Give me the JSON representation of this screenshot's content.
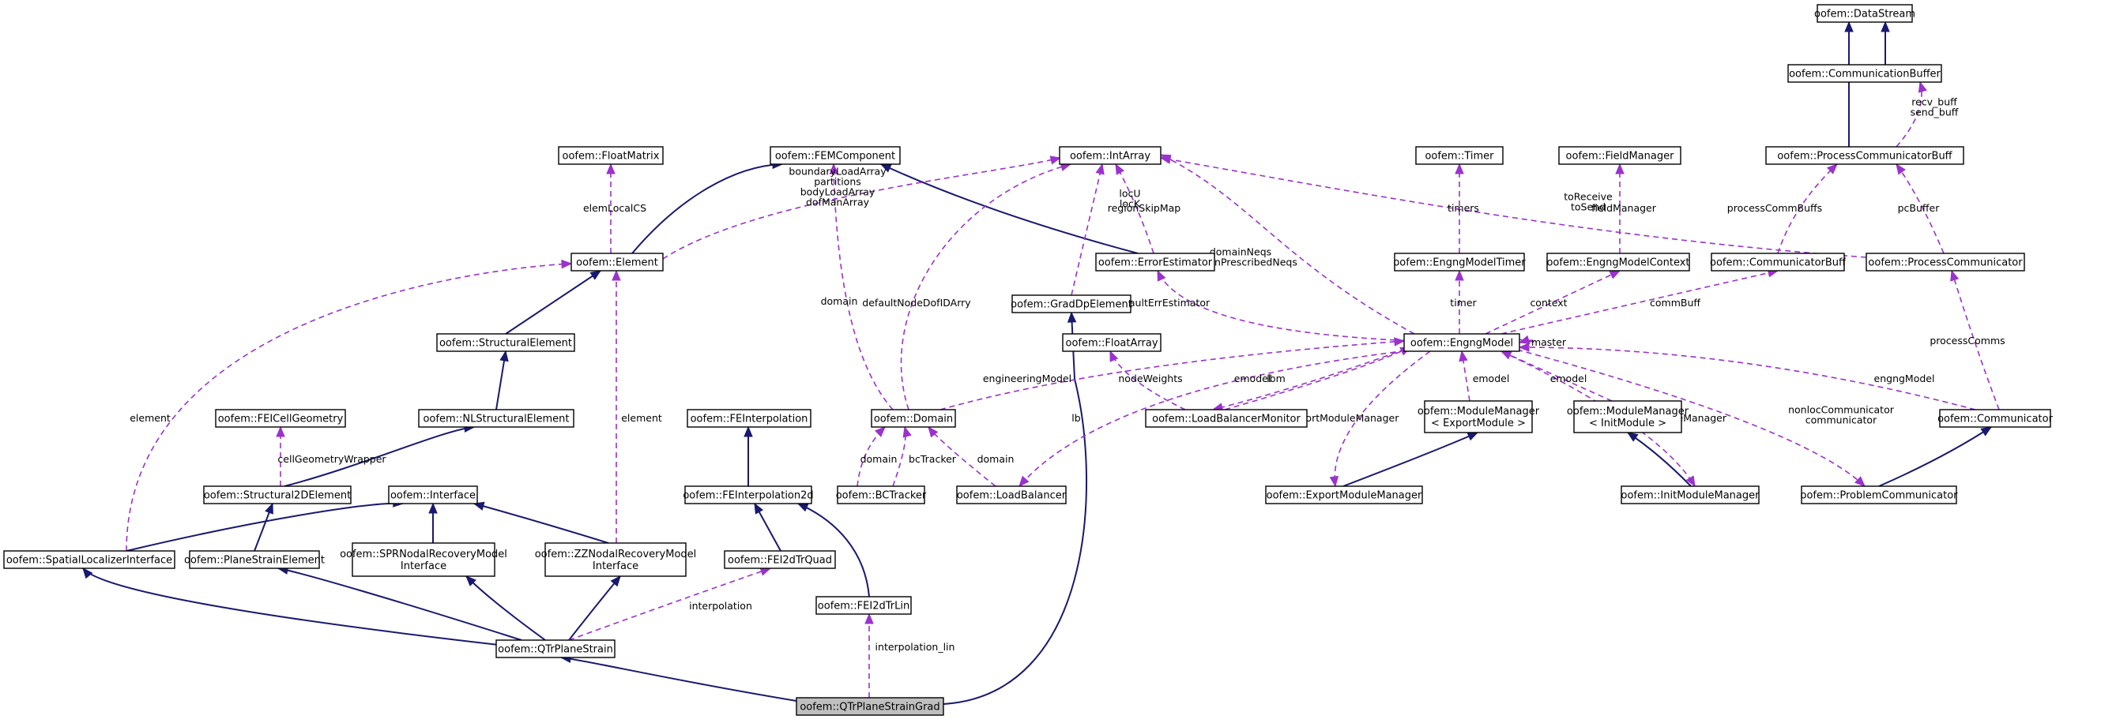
{
  "colors": {
    "inheritance": "#191970",
    "usage": "#9a32cd",
    "focus_fill": "#bfbfbf"
  },
  "nodes": {
    "DataStream": [
      "oofem::DataStream"
    ],
    "CommunicationBuffer": [
      "oofem::CommunicationBuffer"
    ],
    "ProcessCommunicatorBuff": [
      "oofem::ProcessCommunicatorBuff"
    ],
    "FloatMatrix": [
      "oofem::FloatMatrix"
    ],
    "FEMComponent": [
      "oofem::FEMComponent"
    ],
    "IntArray": [
      "oofem::IntArray"
    ],
    "Timer": [
      "oofem::Timer"
    ],
    "FieldManager": [
      "oofem::FieldManager"
    ],
    "Element": [
      "oofem::Element"
    ],
    "ErrorEstimator": [
      "oofem::ErrorEstimator"
    ],
    "GradDpElement": [
      "oofem::GradDpElement"
    ],
    "EngngModelTimer": [
      "oofem::EngngModelTimer"
    ],
    "EngngModelContext": [
      "oofem::EngngModelContext"
    ],
    "CommunicatorBuff": [
      "oofem::CommunicatorBuff"
    ],
    "ProcessCommunicator": [
      "oofem::ProcessCommunicator"
    ],
    "StructuralElement": [
      "oofem::StructuralElement"
    ],
    "FloatArray": [
      "oofem::FloatArray"
    ],
    "EngngModel": [
      "oofem::EngngModel"
    ],
    "FEICellGeometry": [
      "oofem::FEICellGeometry"
    ],
    "NLStructuralElement": [
      "oofem::NLStructuralElement"
    ],
    "FEInterpolation": [
      "oofem::FEInterpolation"
    ],
    "Domain": [
      "oofem::Domain"
    ],
    "LoadBalancerMonitor": [
      "oofem::LoadBalancerMonitor"
    ],
    "ModuleManagerExport": [
      "oofem::ModuleManager",
      "< ExportModule >"
    ],
    "ModuleManagerInit": [
      "oofem::ModuleManager",
      "< InitModule >"
    ],
    "Communicator": [
      "oofem::Communicator"
    ],
    "Structural2DElement": [
      "oofem::Structural2DElement"
    ],
    "Interface": [
      "oofem::Interface"
    ],
    "FEInterpolation2d": [
      "oofem::FEInterpolation2d"
    ],
    "BCTracker": [
      "oofem::BCTracker"
    ],
    "LoadBalancer": [
      "oofem::LoadBalancer"
    ],
    "ExportModuleManager": [
      "oofem::ExportModuleManager"
    ],
    "InitModuleManager": [
      "oofem::InitModuleManager"
    ],
    "ProblemCommunicator": [
      "oofem::ProblemCommunicator"
    ],
    "SpatialLocalizerInterface": [
      "oofem::SpatialLocalizerInterface"
    ],
    "PlaneStrainElement": [
      "oofem::PlaneStrainElement"
    ],
    "SPRNodalRecoveryModelInterface": [
      "oofem::SPRNodalRecoveryModel",
      "Interface"
    ],
    "ZZNodalRecoveryModelInterface": [
      "oofem::ZZNodalRecoveryModel",
      "Interface"
    ],
    "FEI2dTrQuad": [
      "oofem::FEI2dTrQuad"
    ],
    "FEI2dTrLin": [
      "oofem::FEI2dTrLin"
    ],
    "QTrPlaneStrain": [
      "oofem::QTrPlaneStrain"
    ],
    "QTrPlaneStrainGrad": [
      "oofem::QTrPlaneStrainGrad"
    ]
  },
  "edge_labels": {
    "recv_buff": [
      "recv_buff",
      "send_buff"
    ],
    "processCommBuffs": [
      "processCommBuffs"
    ],
    "pcBuffer": [
      "pcBuffer"
    ],
    "elemLocalCS": [
      "elemLocalCS"
    ],
    "element_arrays": [
      "boundaryLoadArray",
      "partitions",
      "bodyLoadArray",
      "dofManArray"
    ],
    "locU": [
      "locU",
      "locK"
    ],
    "regionSkipMap": [
      "regionSkipMap"
    ],
    "timers": [
      "timers"
    ],
    "toReceive": [
      "toReceive",
      "toSend"
    ],
    "fieldManager": [
      "fieldManager"
    ],
    "domainNeqs": [
      "domainNeqs",
      "domainPrescribedNeqs"
    ],
    "domain_top": [
      "domain"
    ],
    "defaultNodeDofIDArry": [
      "defaultNodeDofIDArry"
    ],
    "defaultErrEstimator": [
      "defaultErrEstimator"
    ],
    "timer": [
      "timer"
    ],
    "context": [
      "context"
    ],
    "commBuff": [
      "commBuff"
    ],
    "master": [
      "master"
    ],
    "processComms": [
      "processComms"
    ],
    "element_left": [
      "element"
    ],
    "element_mid": [
      "element"
    ],
    "engineeringModel": [
      "engineeringModel"
    ],
    "nodeWeights": [
      "nodeWeights"
    ],
    "emodel_lbm": [
      "emodel"
    ],
    "lbm": [
      "lbm"
    ],
    "lb": [
      "lb"
    ],
    "emodel_export": [
      "emodel"
    ],
    "emodel_init": [
      "emodel"
    ],
    "engngModel": [
      "engngModel"
    ],
    "exportModuleManager": [
      "exportModuleManager"
    ],
    "initModuleManager": [
      "initModuleManager"
    ],
    "nonlocCommunicator": [
      "nonlocCommunicator",
      "communicator"
    ],
    "cellGeometryWrapper": [
      "cellGeometryWrapper"
    ],
    "domain_bc": [
      "domain"
    ],
    "bcTracker": [
      "bcTracker"
    ],
    "domain_lb": [
      "domain"
    ],
    "interpolation": [
      "interpolation"
    ],
    "interpolation_lin": [
      "interpolation_lin"
    ]
  }
}
